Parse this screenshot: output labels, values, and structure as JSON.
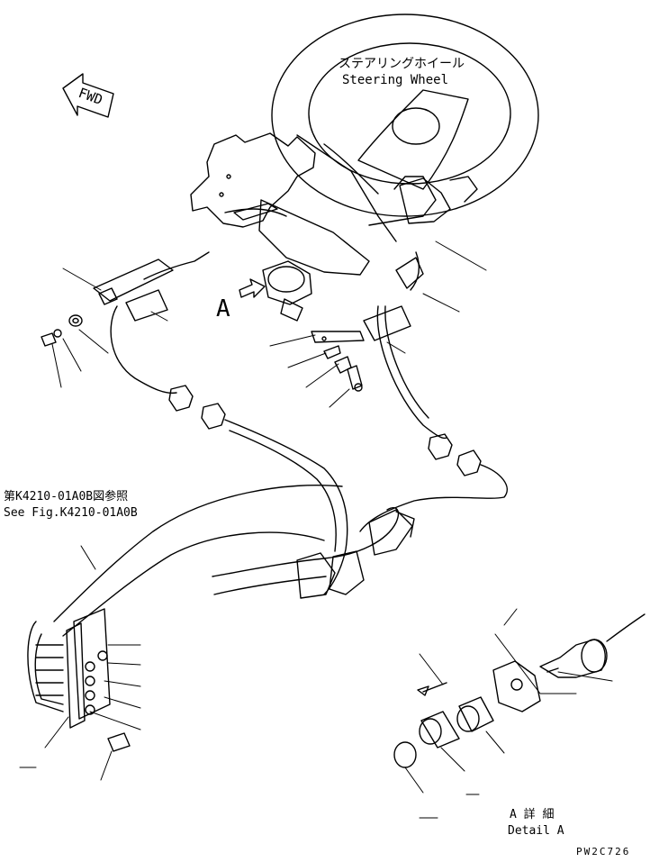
{
  "labels": {
    "fwd": "FWD",
    "steering_jp": "ステアリングホイール",
    "steering_en": "Steering Wheel",
    "view_a": "A",
    "ref_jp": "第K4210-01A0B図参照",
    "ref_en": "See Fig.K4210-01A0B",
    "detail_jp": "A 詳 細",
    "detail_en": "Detail A",
    "drawing_code": "PW2C726"
  }
}
